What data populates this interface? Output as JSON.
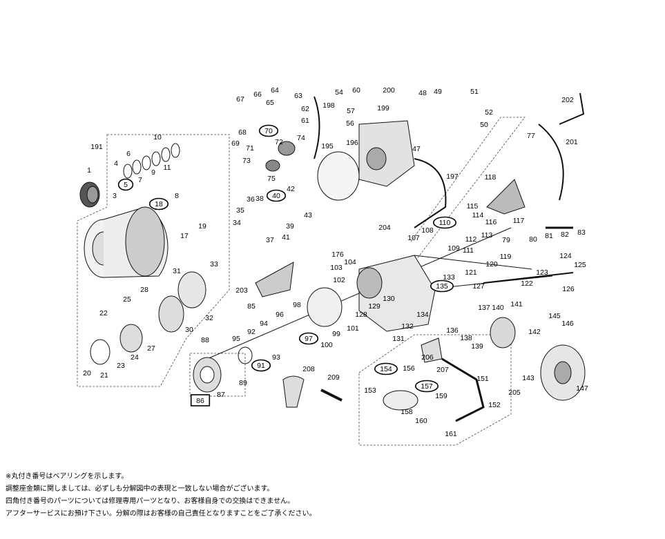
{
  "diagram": {
    "part_numbers": [
      "1",
      "3",
      "4",
      "5",
      "6",
      "7",
      "8",
      "9",
      "10",
      "11",
      "17",
      "18",
      "19",
      "20",
      "21",
      "22",
      "23",
      "24",
      "25",
      "27",
      "28",
      "30",
      "31",
      "32",
      "33",
      "34",
      "35",
      "36",
      "37",
      "38",
      "39",
      "40",
      "41",
      "42",
      "43",
      "47",
      "48",
      "49",
      "50",
      "51",
      "52",
      "54",
      "56",
      "57",
      "60",
      "61",
      "62",
      "63",
      "64",
      "65",
      "66",
      "67",
      "68",
      "69",
      "70",
      "71",
      "72",
      "73",
      "74",
      "75",
      "77",
      "79",
      "80",
      "81",
      "82",
      "83",
      "85",
      "86",
      "87",
      "88",
      "89",
      "91",
      "92",
      "93",
      "94",
      "95",
      "96",
      "97",
      "98",
      "99",
      "100",
      "101",
      "102",
      "103",
      "104",
      "107",
      "108",
      "109",
      "110",
      "111",
      "112",
      "113",
      "114",
      "115",
      "116",
      "117",
      "118",
      "119",
      "120",
      "121",
      "122",
      "123",
      "124",
      "125",
      "126",
      "127",
      "128",
      "129",
      "130",
      "131",
      "132",
      "133",
      "134",
      "135",
      "136",
      "137",
      "138",
      "139",
      "140",
      "141",
      "142",
      "143",
      "145",
      "146",
      "147",
      "151",
      "152",
      "153",
      "154",
      "156",
      "157",
      "158",
      "159",
      "160",
      "161",
      "176",
      "191",
      "195",
      "196",
      "197",
      "198",
      "199",
      "200",
      "201",
      "202",
      "203",
      "204",
      "205",
      "206",
      "207",
      "208",
      "209"
    ],
    "bearing_parts": [
      "5",
      "18",
      "40",
      "70",
      "91",
      "97",
      "110",
      "135",
      "154",
      "157"
    ],
    "square_parts": [
      "86"
    ]
  },
  "notes": [
    "※丸付き番号はベアリングを示します。",
    "調整座金類に関しましては、必ずしも分解図中の表現と一致しない場合がございます。",
    "四角付き番号のパーツについては修理専用パーツとなり、お客様自身での交換はできません。",
    "アフターサービスにお預け下さい。分解の際はお客様の自己責任となりますことをご了承ください。"
  ]
}
